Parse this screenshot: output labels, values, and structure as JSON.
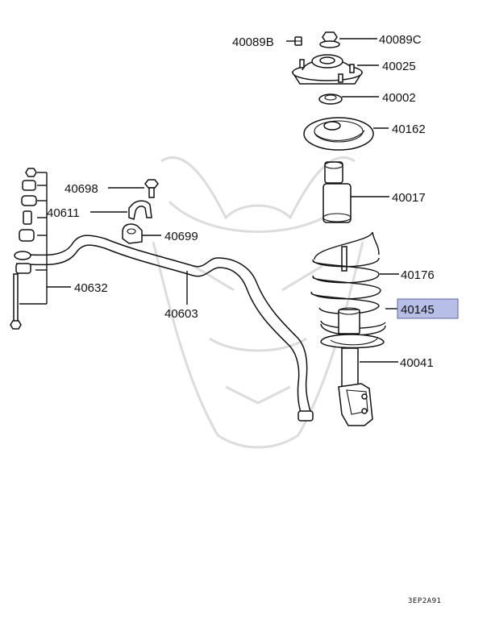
{
  "labels": {
    "p40089B": "40089B",
    "p40089C": "40089C",
    "p40025": "40025",
    "p40002": "40002",
    "p40162": "40162",
    "p40017": "40017",
    "p40176": "40176",
    "p40145": "40145",
    "p40041": "40041",
    "p40698": "40698",
    "p40611": "40611",
    "p40699": "40699",
    "p40603": "40603",
    "p40632": "40632"
  },
  "diagram_code": "3EP2A91",
  "highlight": {
    "part": "40145",
    "fill": "#b8bfe6",
    "border": "#5a64a8"
  }
}
